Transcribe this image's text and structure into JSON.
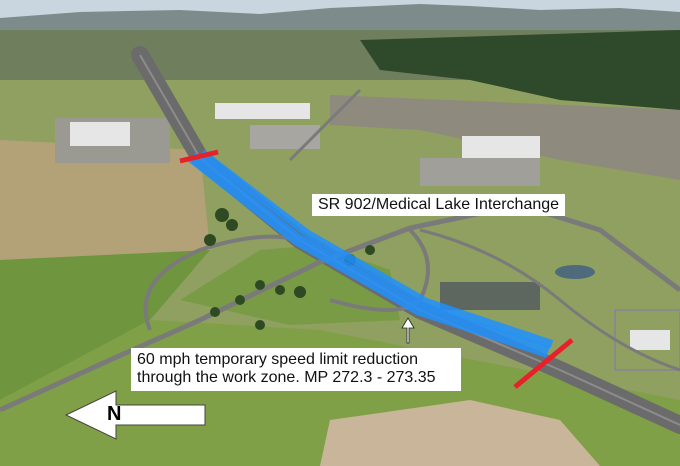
{
  "image_type": "aerial photograph with annotations",
  "annotations": {
    "interchange_label": "SR 902/Medical Lake Interchange",
    "speed_note": "60 mph temporary speed limit reduction through the work zone. MP 272.3 - 273.35",
    "north_arrow_label": "N"
  },
  "work_zone": {
    "highlight_color": "#1e90ff",
    "limit_marker_color": "#e8202a",
    "pointer_color": "#ffffff"
  },
  "colors": {
    "sky": "#c9d6e0",
    "mountains": "#7d8c8a",
    "fields": "#8fa060",
    "grass_light": "#7fa046",
    "road": "#707070",
    "roof": "#e6e6e6"
  }
}
